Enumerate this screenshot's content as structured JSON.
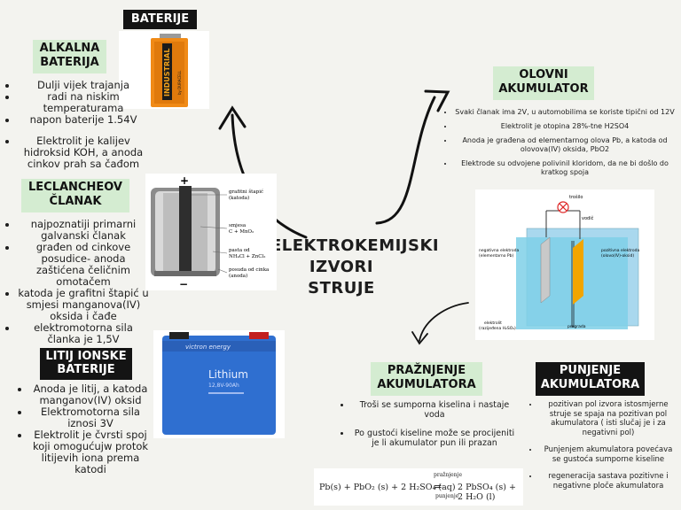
{
  "center": {
    "line1": "ELEKTROKEMIJSKI",
    "line2": "IZVORI",
    "line3": "STRUJE"
  },
  "baterije": {
    "title": "BATERIJE",
    "battery_brand": "INDUSTRIAL",
    "battery_sub": "by DURACELL"
  },
  "alkalna": {
    "title_l1": "ALKALNA",
    "title_l2": "BATERIJA",
    "items": [
      "Dulji vijek trajanja",
      "radi na niskim temperaturama",
      "napon baterije 1.54V",
      "Elektrolit je kalijev hidroksid KOH, a anoda cinkov prah sa čađom"
    ]
  },
  "leclanche": {
    "title_l1": "LECLANCHEOV",
    "title_l2": "ČLANAK",
    "items": [
      "najpoznatiji primarni galvanski članak",
      "građen od cinkove posudice- anoda zaštićena čeličnim omotačem",
      "katoda je grafitni štapić u smjesi manganova(IV) oksida i čađe",
      "elektromotorna sila članka je 1,5V"
    ],
    "diagram_labels": [
      "grafitni štapić (katoda)",
      "smjesa C + MnO₂",
      "pasta od NH₄Cl + ZnCl₂",
      "posuda od cinka (anoda)"
    ],
    "plus": "+",
    "minus": "−"
  },
  "litij": {
    "title_l1": "LITIJ IONSKE",
    "title_l2": "BATERIJE",
    "items": [
      "Anoda je litij, a katoda manganov(IV) oksid",
      "Elektromotorna sila iznosi 3V",
      "Elektrolit je čvrsti spoj koji omogućujw protok litijevih iona prema katodi"
    ],
    "battery_brand": "victron energy",
    "battery_text1": "Lithium",
    "battery_text2": "12,8V-90Ah"
  },
  "olovni": {
    "title_l1": "OLOVNI",
    "title_l2": "AKUMULATOR",
    "items": [
      "Svaki članak ima 2V, u automobilima se koriste tipični od 12V",
      "Elektrolit je otopina 28%-tne H2SO4",
      "Anoda je građena od elementarnog olova Pb, a katoda od olovova(IV) oksida, PbO2",
      "Elektrode su odvojene polivinil kloridom, da ne bi došlo do kratkog spoja"
    ],
    "diagram_labels": [
      "trošilo",
      "vodič",
      "negativna elektroda (elementarno Pb)",
      "pozitivna elektroda (olovo(IV)-oksid)",
      "elektrolit (razijeđena H₂SO₄)",
      "pregrada"
    ]
  },
  "praznjenje": {
    "title_l1": "PRAŽNJENJE",
    "title_l2": "AKUMULATORA",
    "items": [
      "Troši se sumporna kiselina i nastaje voda",
      "Po gustoći kiseline može se procijeniti je li akumulator pun ili prazan"
    ],
    "equation_left": "Pb(s) + PbO₂ (s) + 2 H₂SO₄ (aq)",
    "equation_right": "2 PbSO₄ (s) + 2 H₂O (l)",
    "arrow_top": "pražnjenje",
    "arrow_bottom": "punjenje"
  },
  "punjenje": {
    "title_l1": "PUNJENJE",
    "title_l2": "AKUMULATORA",
    "items": [
      "pozitivan pol izvora istosmjerne struje se spaja na pozitivan pol akumulatora ( isti slučaj je i za negativni pol)",
      "Punjenjem akumulatora povećava se gustoća sumporne kiseline",
      "regeneracija sastava pozitivne i negativne ploče akumulatora"
    ]
  },
  "colors": {
    "green_tag": "#d4ecd1",
    "black_tag": "#141414",
    "background": "#f3f3ef"
  }
}
